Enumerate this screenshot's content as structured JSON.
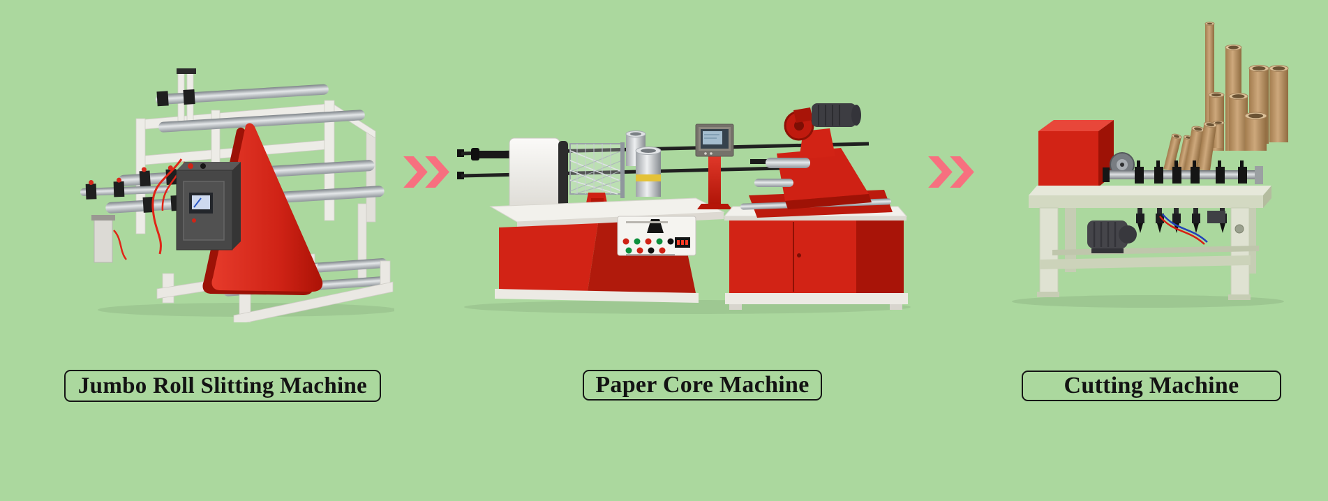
{
  "banner": {
    "background_color": "#abd89e",
    "type": "production-process-flow"
  },
  "steps": [
    {
      "label": "Jumbo Roll Slitting Machine",
      "illustration": "jumbo-roll-slitting-machine"
    },
    {
      "label": "Paper Core Machine",
      "illustration": "paper-core-machine"
    },
    {
      "label": "Cutting Machine",
      "illustration": "cutting-machine"
    }
  ],
  "connectors": [
    {
      "icon": "double-chevron-right-icon",
      "color": "#f7707f"
    },
    {
      "icon": "double-chevron-right-icon",
      "color": "#f7707f"
    }
  ],
  "colors": {
    "background_green": "#abd89e",
    "arrow_pink": "#f7707f",
    "machine_red": "#d22315",
    "machine_red_dark": "#9e1206",
    "frame_white": "#efeee9",
    "cabinet_grey": "#474747",
    "chrome_grey": "#b9bcbf",
    "table_sage": "#dfe2d2",
    "paper_tube_brown": "#c09b6c",
    "label_border_black": "#151515"
  }
}
